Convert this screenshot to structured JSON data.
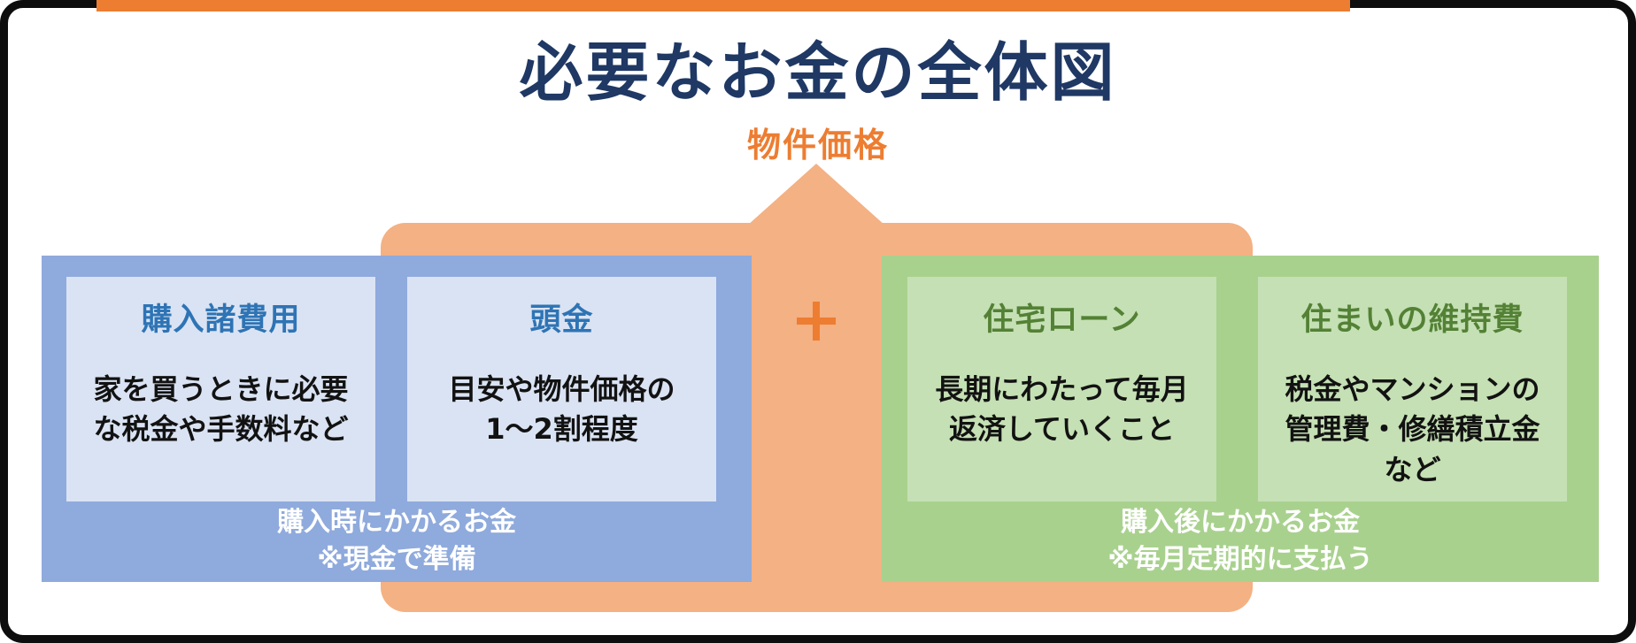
{
  "page": {
    "title": "必要なお金の全体図",
    "property_price_label": "物件価格",
    "plus_icon": "＋"
  },
  "left_group": {
    "cards": [
      {
        "title": "購入諸費用",
        "body": "家を買うときに必要\nな税金や手数料など"
      },
      {
        "title": "頭金",
        "body": "目安や物件価格の\n1〜2割程度"
      }
    ],
    "footer": "購入時にかかるお金\n※現金で準備"
  },
  "right_group": {
    "cards": [
      {
        "title": "住宅ローン",
        "body": "長期にわたって毎月\n返済していくこと"
      },
      {
        "title": "住まいの維持費",
        "body": "税金やマンションの\n管理費・修繕積立金\nなど"
      }
    ],
    "footer": "購入後にかかるお金\n※毎月定期的に支払う"
  },
  "colors": {
    "accent_orange": "#ED7D31",
    "panel_orange": "#F4B183",
    "blue_group": "#8FAADC",
    "blue_card": "#DAE3F3",
    "blue_heading": "#2E74B5",
    "green_group": "#A9D18E",
    "green_card": "#C5E0B4",
    "green_heading": "#538135",
    "title_navy": "#1F3864",
    "footer_text": "#FFFFFF",
    "frame_border": "#0D0D0D"
  }
}
